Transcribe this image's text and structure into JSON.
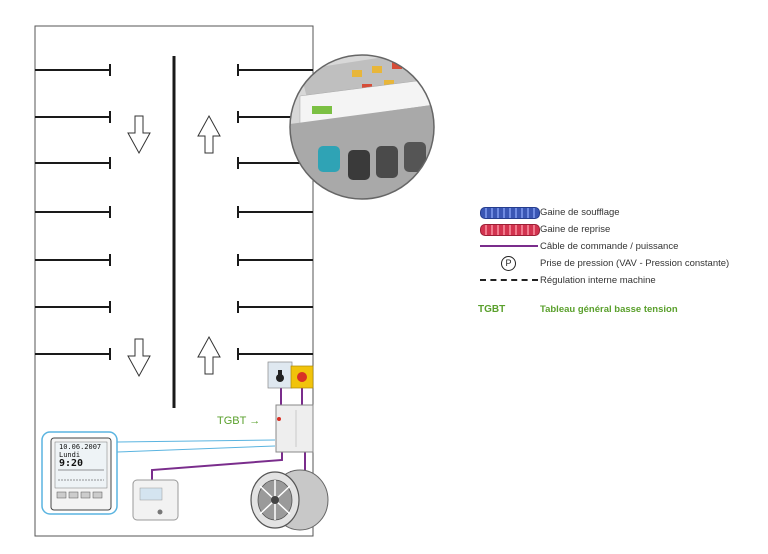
{
  "diagram": {
    "tgbt_arrow_label": "TGBT →",
    "clock": {
      "date": "10.06.2007",
      "day": "Lundi",
      "time": "9:20"
    }
  },
  "legend": {
    "items": [
      {
        "symbol": "pipe-blue",
        "label": "Gaine de soufflage"
      },
      {
        "symbol": "pipe-red",
        "label": "Gaine de reprise"
      },
      {
        "symbol": "cable",
        "label": "Câble de commande / puissance"
      },
      {
        "symbol": "pressure",
        "label": "Prise de pression (VAV - Pression constante)",
        "glyph": "P"
      },
      {
        "symbol": "dashed",
        "label": "Régulation interne machine"
      }
    ],
    "tgbt": {
      "code": "TGBT",
      "description": "Tableau général basse tension"
    }
  },
  "colors": {
    "accent_green": "#5aa02c",
    "cable_purple": "#7a2d8c",
    "callout_blue": "#5ab4e0",
    "supply_blue": "#3a56b4",
    "return_red": "#d2334f"
  }
}
